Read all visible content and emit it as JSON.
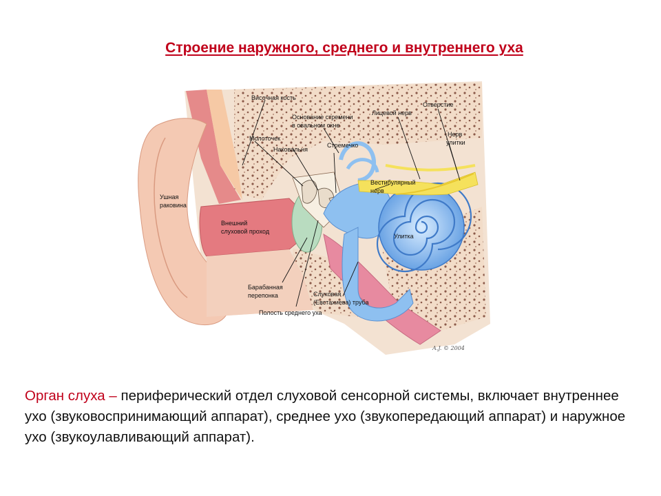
{
  "title": "Строение наружного, среднего и внутреннего уха",
  "labels": {
    "temporal_bone": "Височная кость",
    "stapes_base_line1": "Основание стремени",
    "stapes_base_line2": "в овальном окне",
    "facial_nerve": "Лицевой нерв",
    "opening": "Отверстие",
    "cochlear_nerve_line1": "Нерв",
    "cochlear_nerve_line2": "улитки",
    "malleus": "Молоточек",
    "stapes": "Стремечко",
    "incus": "Наковальня",
    "vestibular_nerve_line1": "Вестибулярный",
    "vestibular_nerve_line2": "нерв",
    "auricle_line1": "Ушная",
    "auricle_line2": "раковина",
    "canal_line1": "Внешний",
    "canal_line2": "слуховой проход",
    "cochlea": "Улитка",
    "eardrum_line1": "Барабанная",
    "eardrum_line2": "перепонка",
    "tube_line1": "Слуховая",
    "tube_line2": "(Евстахиева) труба",
    "middle_ear_cavity": "Полость среднего уха"
  },
  "signature": "A.J. © 2004",
  "description": {
    "term": "Орган слуха –",
    "rest": " периферический отдел слуховой сенсорной системы, включает внутреннее ухо (звуковоспринимающий аппарат), среднее ухо (звукопередающий аппарат) и наружное ухо (звукоулавливающий аппарат)."
  },
  "colors": {
    "title": "#c0001a",
    "skin": "#f4c9b3",
    "canal": "#e47a80",
    "bone": "#f2dcc8",
    "cochlea": "#7fb3ee",
    "nerve": "#f5e15c",
    "eardrum": "#b9dcc0"
  }
}
